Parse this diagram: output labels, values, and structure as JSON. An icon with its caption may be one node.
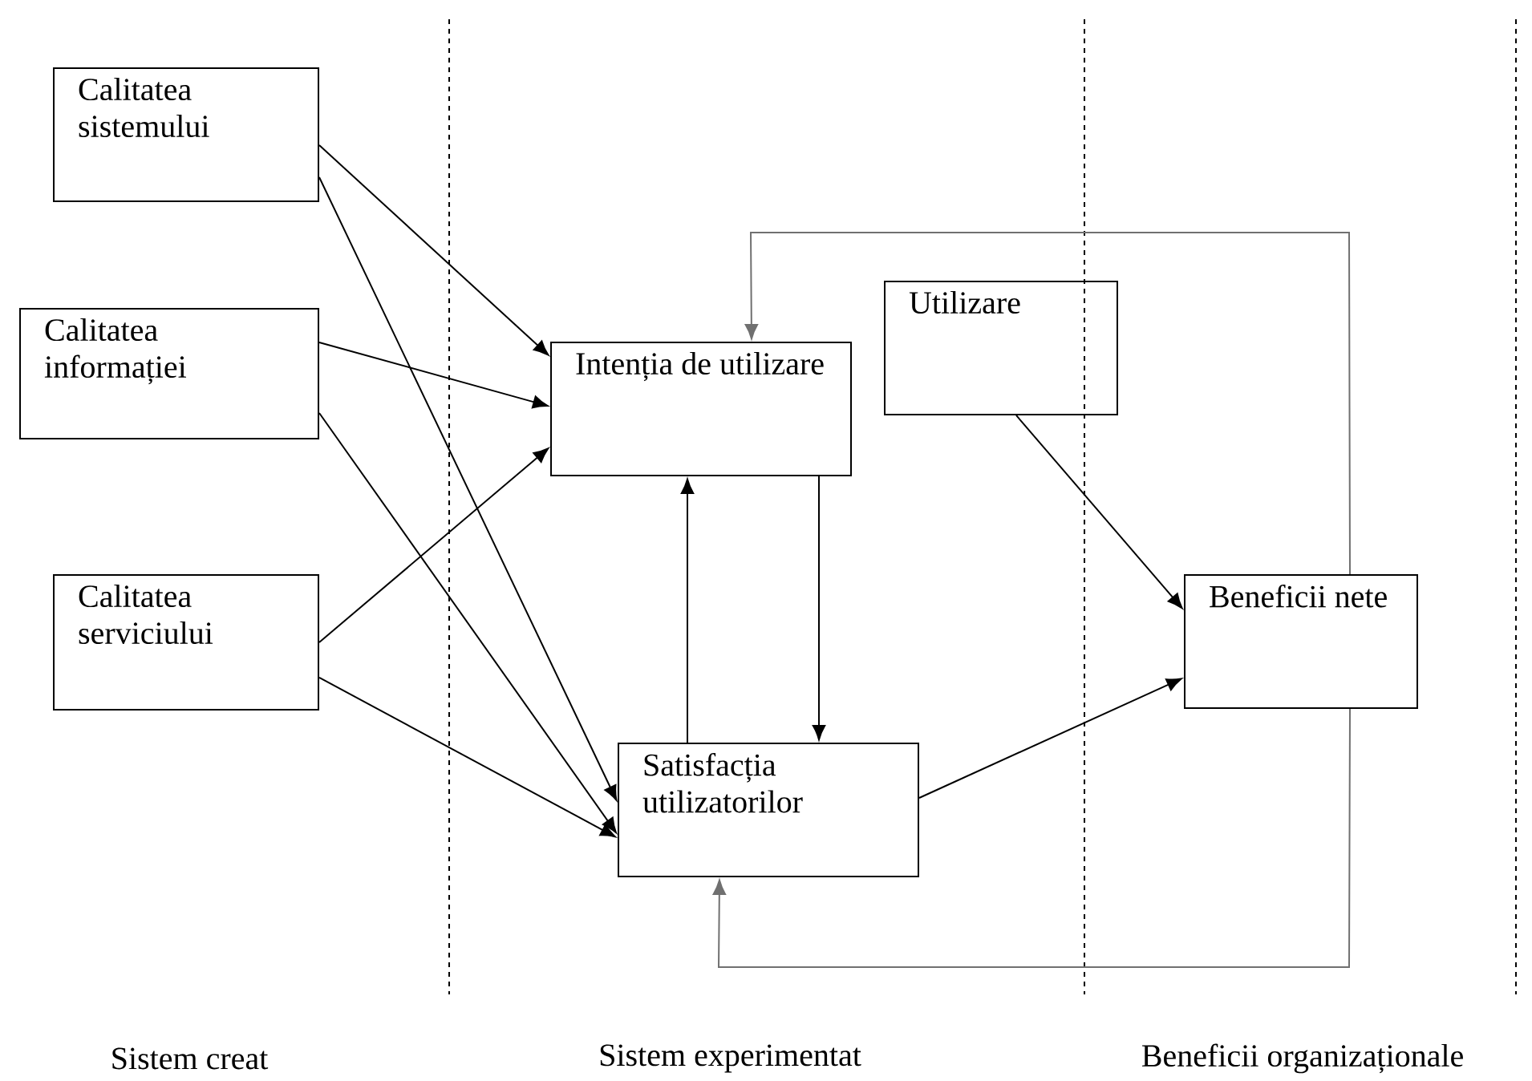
{
  "diagram": {
    "nodes": [
      {
        "text": [
          "Calitatea sistemului"
        ]
      },
      {
        "text": [
          "Calitatea informației"
        ]
      },
      {
        "text": [
          "Calitatea serviciului"
        ]
      },
      {
        "text": [
          "Intenția de utilizare"
        ]
      },
      {
        "text": [
          "Utilizare"
        ]
      },
      {
        "text": [
          "Beneficii nete"
        ]
      },
      {
        "text": [
          "Satisfacția utilizatorilor"
        ]
      }
    ],
    "edges": [
      {
        "from": 0,
        "to": 3,
        "arrow": "to"
      },
      {
        "from": 0,
        "to": 6,
        "arrow": "to"
      },
      {
        "from": 1,
        "to": 3,
        "arrow": "to"
      },
      {
        "from": 1,
        "to": 6,
        "arrow": "to"
      },
      {
        "from": 2,
        "to": 3,
        "arrow": "to"
      },
      {
        "from": 2,
        "to": 6,
        "arrow": "to"
      },
      {
        "from": 6,
        "to": 3,
        "arrow": "to"
      },
      {
        "from": 3,
        "to": 6,
        "arrow": "to"
      },
      {
        "from": 4,
        "to": 5,
        "arrow": "to"
      },
      {
        "from": 6,
        "to": 5,
        "arrow": "to"
      },
      {
        "from": 5,
        "to": 3,
        "arrow": "to",
        "color": "#707070"
      },
      {
        "from": 5,
        "to": 6,
        "arrow": "to",
        "color": "#707070"
      }
    ],
    "labels": [
      "Sistem creat",
      "Sistem experimentat",
      "Beneficii organizaționale"
    ]
  }
}
